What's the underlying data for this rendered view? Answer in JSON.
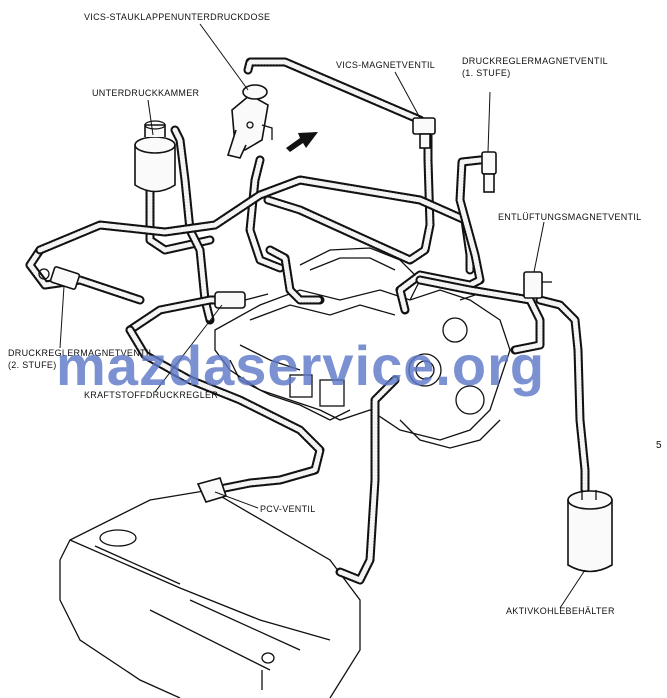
{
  "labels": {
    "vics_dose": "VICS-STAUKLAPPENUNTERDRUCKDOSE",
    "vics_ventil": "VICS-MAGNETVENTIL",
    "druckregler1_line1": "DRUCKREGLERMAGNETVENTIL",
    "druckregler1_line2": "(1. STUFE)",
    "unterdruckkammer": "UNTERDRUCKKAMMER",
    "entlueftung": "ENTLÜFTUNGSMAGNETVENTIL",
    "druckregler2_line1": "DRUCKREGLERMAGNETVENTIL",
    "druckregler2_line2": "(2. STUFE)",
    "kraftstoff": "KRAFTSTOFFDRUCKREGLER",
    "pcv": "PCV-VENTIL",
    "aktivkohle": "AKTIVKOHLEBEHÄLTER"
  },
  "watermark": "mazdaservice.org",
  "page_mark": "5",
  "colors": {
    "line": "#111111",
    "watermark": "#5f79c7"
  }
}
